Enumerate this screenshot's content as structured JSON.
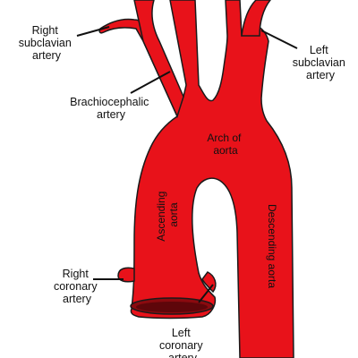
{
  "colors": {
    "vessel_fill": "#e8121a",
    "vessel_stroke": "#1a1a1a",
    "lumen": "#8b0a0f",
    "text": "#111111"
  },
  "labels": {
    "right_subclavian": [
      "Right",
      "subclavian",
      "artery"
    ],
    "left_subclavian": [
      "Left",
      "subclavian",
      "artery"
    ],
    "brachiocephalic": [
      "Brachiocephalic",
      "artery"
    ],
    "arch": [
      "Arch of",
      "aorta"
    ],
    "ascending": [
      "Ascending",
      "aorta"
    ],
    "descending": "Descending aorta",
    "right_coronary": [
      "Right",
      "coronary",
      "artery"
    ],
    "left_coronary": [
      "Left",
      "coronary",
      "artery"
    ]
  }
}
